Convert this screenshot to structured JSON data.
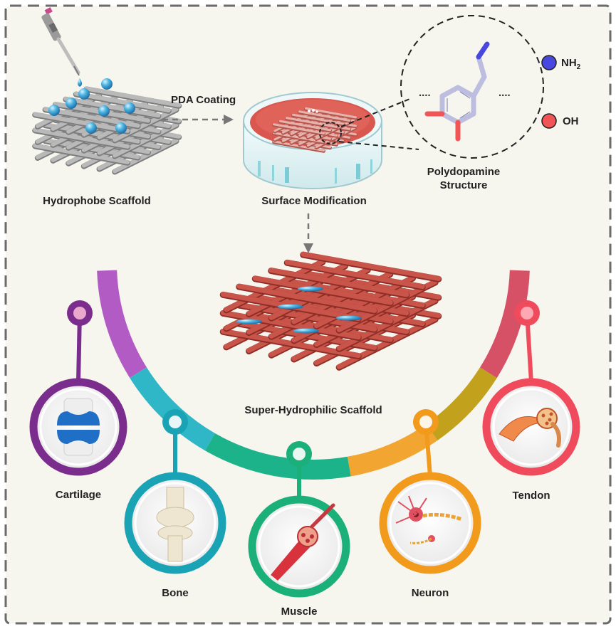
{
  "labels": {
    "pda_coating": "PDA Coating",
    "hydrophobe_scaffold": "Hydrophobe Scaffold",
    "surface_modification": "Surface Modification",
    "polydopamine_line1": "Polydopamine",
    "polydopamine_line2": "Structure",
    "super_hydrophilic": "Super-Hydrophilic Scaffold",
    "dots_left": "....",
    "dots_right": "...."
  },
  "legend": {
    "nh2": {
      "label_main": "NH",
      "label_sub": "2",
      "color": "#4848e0"
    },
    "oh": {
      "label": "OH",
      "color": "#f25555"
    }
  },
  "tissues": [
    {
      "key": "cartilage",
      "label": "Cartilage",
      "color": "#7b2d8e"
    },
    {
      "key": "bone",
      "label": "Bone",
      "color": "#1aa3b4"
    },
    {
      "key": "muscle",
      "label": "Muscle",
      "color": "#1bb07a"
    },
    {
      "key": "neuron",
      "label": "Neuron",
      "color": "#f29a1c"
    },
    {
      "key": "tendon",
      "label": "Tendon",
      "color": "#ef4b5d"
    }
  ],
  "colors": {
    "background": "#f6f6ee",
    "border": "#6b6b6b",
    "scaffold_grey": "#b9b9b9",
    "scaffold_red": "#c9554a",
    "droplet": "#3aa5d6"
  }
}
